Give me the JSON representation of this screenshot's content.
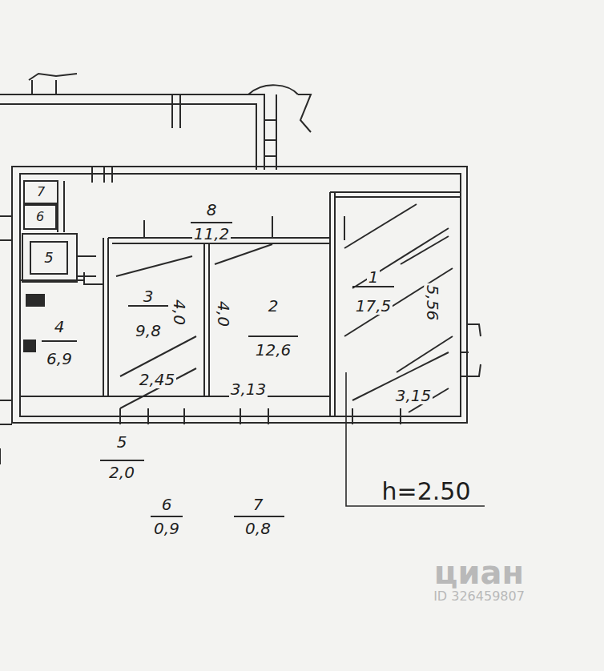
{
  "diagram": {
    "nodes": [
      {
        "text": [
          "7"
        ]
      },
      {
        "text": [
          "6"
        ]
      },
      {
        "text": [
          "8",
          "11,2"
        ]
      },
      {
        "text": [
          "5"
        ]
      },
      {
        "text": [
          "1",
          "17,5"
        ]
      },
      {
        "text": [
          "3",
          "9,8"
        ]
      },
      {
        "text": [
          "2",
          "12,6"
        ]
      },
      {
        "text": [
          "4",
          "6,9"
        ]
      }
    ],
    "labels": [
      "2,45",
      "3,13",
      "3,15",
      "4,0",
      "4,0",
      "5,56",
      "5",
      "2,0",
      "6",
      "0,9",
      "7",
      "0,8",
      "h=2.50",
      "циан",
      "ID 326459807"
    ]
  }
}
